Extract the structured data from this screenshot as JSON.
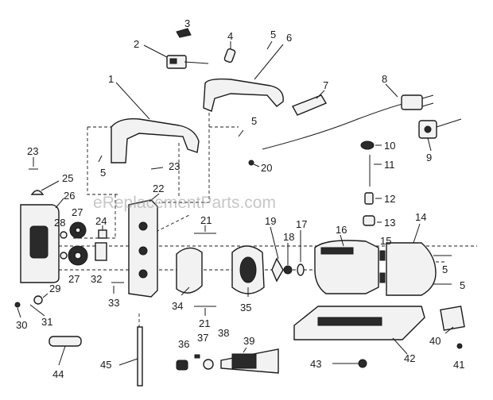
{
  "watermark": "eReplacementParts.com",
  "labels": [
    {
      "id": "1",
      "text": "1"
    },
    {
      "id": "2",
      "text": "2"
    },
    {
      "id": "3",
      "text": "3"
    },
    {
      "id": "4",
      "text": "4"
    },
    {
      "id": "5a",
      "text": "5"
    },
    {
      "id": "6",
      "text": "6"
    },
    {
      "id": "7",
      "text": "7"
    },
    {
      "id": "8",
      "text": "8"
    },
    {
      "id": "9",
      "text": "9"
    },
    {
      "id": "10",
      "text": "10"
    },
    {
      "id": "11",
      "text": "11"
    },
    {
      "id": "12",
      "text": "12"
    },
    {
      "id": "13",
      "text": "13"
    },
    {
      "id": "14",
      "text": "14"
    },
    {
      "id": "15",
      "text": "15"
    },
    {
      "id": "16",
      "text": "16"
    },
    {
      "id": "17",
      "text": "17"
    },
    {
      "id": "18",
      "text": "18"
    },
    {
      "id": "19",
      "text": "19"
    },
    {
      "id": "20",
      "text": "20"
    },
    {
      "id": "21a",
      "text": "21"
    },
    {
      "id": "21b",
      "text": "21"
    },
    {
      "id": "22",
      "text": "22"
    },
    {
      "id": "23a",
      "text": "23"
    },
    {
      "id": "23b",
      "text": "23"
    },
    {
      "id": "24",
      "text": "24"
    },
    {
      "id": "25",
      "text": "25"
    },
    {
      "id": "26",
      "text": "26"
    },
    {
      "id": "27a",
      "text": "27"
    },
    {
      "id": "27b",
      "text": "27"
    },
    {
      "id": "28",
      "text": "28"
    },
    {
      "id": "29",
      "text": "29"
    },
    {
      "id": "30",
      "text": "30"
    },
    {
      "id": "31",
      "text": "31"
    },
    {
      "id": "32",
      "text": "32"
    },
    {
      "id": "33",
      "text": "33"
    },
    {
      "id": "34",
      "text": "34"
    },
    {
      "id": "35",
      "text": "35"
    },
    {
      "id": "36",
      "text": "36"
    },
    {
      "id": "37",
      "text": "37"
    },
    {
      "id": "38",
      "text": "38"
    },
    {
      "id": "39",
      "text": "39"
    },
    {
      "id": "40",
      "text": "40"
    },
    {
      "id": "41",
      "text": "41"
    },
    {
      "id": "42",
      "text": "42"
    },
    {
      "id": "43",
      "text": "43"
    },
    {
      "id": "44",
      "text": "44"
    },
    {
      "id": "45",
      "text": "45"
    },
    {
      "id": "5b",
      "text": "5"
    },
    {
      "id": "5c",
      "text": "5"
    },
    {
      "id": "5d",
      "text": "5"
    },
    {
      "id": "5e",
      "text": "5"
    }
  ]
}
